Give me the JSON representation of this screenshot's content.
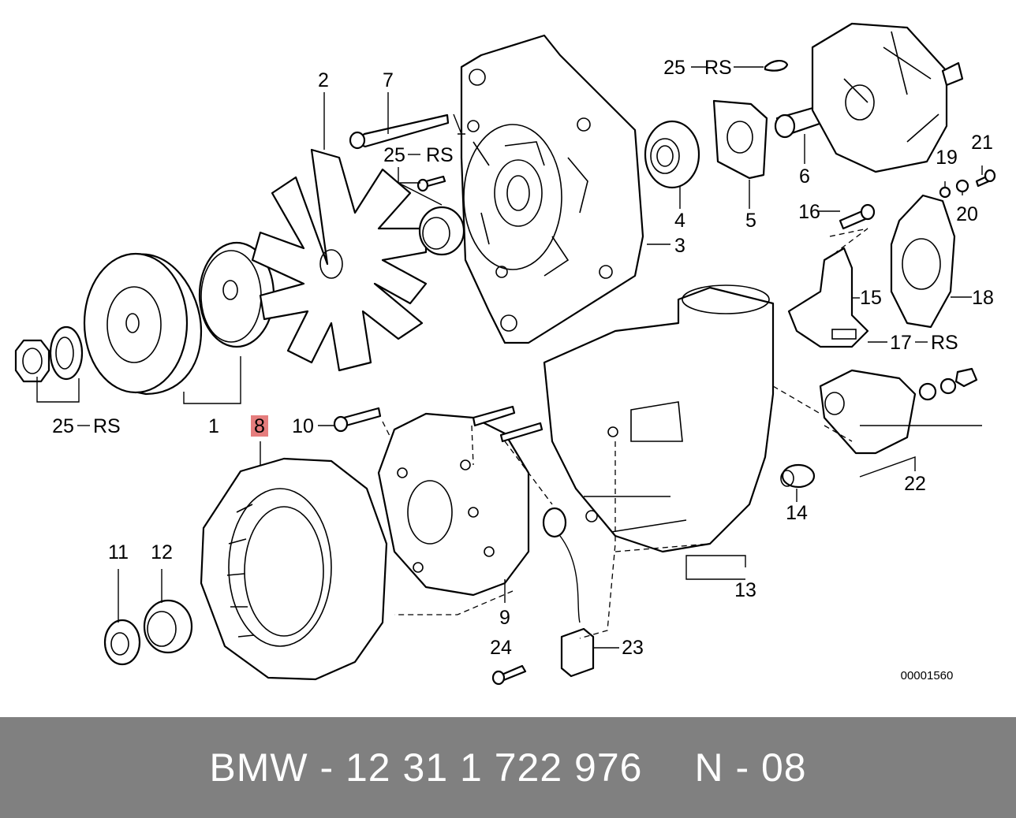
{
  "diagram": {
    "part_labels": {
      "p1": "1",
      "p2": "2",
      "p3": "3",
      "p4": "4",
      "p5": "5",
      "p6": "6",
      "p7": "7",
      "p8": "8",
      "p9": "9",
      "p10": "10",
      "p11": "11",
      "p12": "12",
      "p13": "13",
      "p14": "14",
      "p15": "15",
      "p16": "16",
      "p17": "17",
      "p18": "18",
      "p19": "19",
      "p20": "20",
      "p21": "21",
      "p22": "22",
      "p23": "23",
      "p24": "24",
      "rs_a": "25",
      "rs_b": "25",
      "rs_c": "25"
    },
    "rs_suffix": "RS",
    "part_17_suffix": "RS",
    "highlighted_part": "8",
    "highlight_color": "#e06666",
    "drawing_number": "00001560"
  },
  "footer": {
    "brand": "BMW",
    "part_number": "12 31 1 722 976",
    "position": "N - 08",
    "background_color": "#808080",
    "text_color": "#ffffff"
  }
}
